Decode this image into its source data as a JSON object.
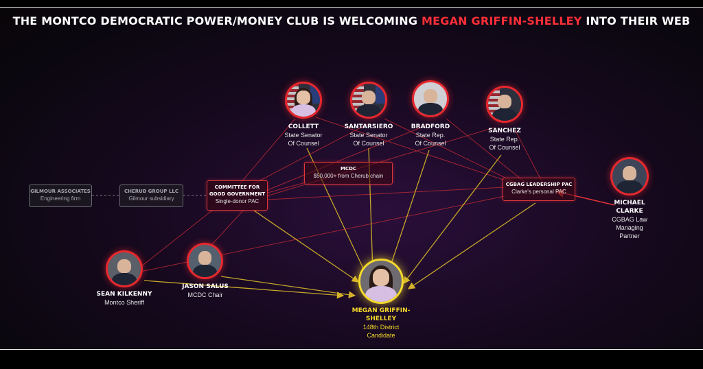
{
  "title": {
    "prefix": "THE MONTCO DEMOCRATIC POWER/MONEY CLUB IS WELCOMING",
    "highlight": "MEGAN GRIFFIN-SHELLEY",
    "suffix": "INTO THEIR WEB"
  },
  "colors": {
    "accent_red": "#e8282e",
    "accent_gold": "#f4d92b",
    "link_grey": "#8a8a95"
  },
  "people": {
    "collett": {
      "name": "COLLETT",
      "role1": "State Senator",
      "role2": "Of Counsel"
    },
    "santarsiero": {
      "name": "SANTARSIERO",
      "role1": "State Senator",
      "role2": "Of Counsel"
    },
    "bradford": {
      "name": "BRADFORD",
      "role1": "State Rep.",
      "role2": "Of Counsel"
    },
    "sanchez": {
      "name": "SANCHEZ",
      "role1": "State Rep.",
      "role2": "Of Counsel"
    },
    "clarke": {
      "name1": "MICHAEL",
      "name2": "CLARKE",
      "role1": "CGBAG Law",
      "role2": "Managing",
      "role3": "Partner"
    },
    "kilkenny": {
      "name": "SEAN KILKENNY",
      "role1": "Montco Sheriff"
    },
    "salus": {
      "name": "JASON SALUS",
      "role1": "MCDC Chair"
    },
    "griffin": {
      "name1": "MEGAN GRIFFIN-",
      "name2": "SHELLEY",
      "role1": "148th District",
      "role2": "Candidate"
    }
  },
  "orgs": {
    "gilmour": {
      "title": "GILMOUR ASSOCIATES",
      "sub": "Engineering firm"
    },
    "cherub": {
      "title": "CHERUB GROUP LLC",
      "sub": "Gilmour subsidiary"
    },
    "committee": {
      "title1": "COMMITTEE FOR",
      "title2": "GOOD GOVERNMENT",
      "sub": "Single-donor PAC"
    },
    "mcdc": {
      "title": "MCDC",
      "sub": "$50,000+ from Cherub chain"
    },
    "cgbag": {
      "title": "CGBAG LEADERSHIP PAC",
      "sub": "Clarke's personal PAC"
    }
  }
}
